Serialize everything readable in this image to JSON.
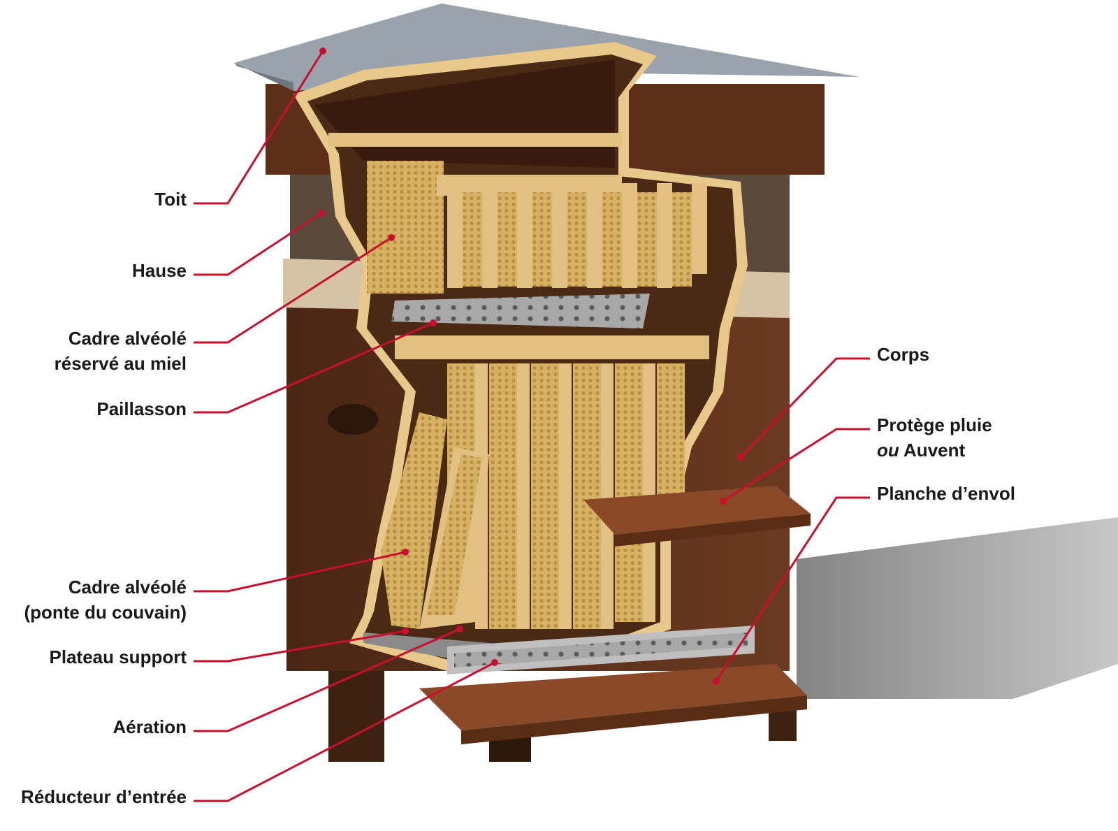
{
  "colors": {
    "leader": "#c8102e",
    "label_text": "#1a1a1a",
    "wood_dark": "#5a2f1a",
    "wood_mid": "#7b4427",
    "roof_metal": "#9aa3ab",
    "comb": "#d8b46a",
    "frame": "#e8c98a"
  },
  "labels_left": {
    "toit": "Toit",
    "hausse": "Hause",
    "cadre_miel_1": "Cadre alvéolé",
    "cadre_miel_2": "réservé au miel",
    "paillasson": "Paillasson",
    "cadre_couvain_1": "Cadre alvéolé",
    "cadre_couvain_2": "(ponte du couvain)",
    "plateau": "Plateau support",
    "aeration": "Aération",
    "reducteur": "Réducteur d’entrée"
  },
  "labels_right": {
    "corps": "Corps",
    "protege_1": "Protège pluie",
    "protege_ou": "ou",
    "protege_2": "Auvent",
    "planche": "Planche d’envol"
  },
  "icons": [
    "beehive-cutaway-illustration"
  ]
}
